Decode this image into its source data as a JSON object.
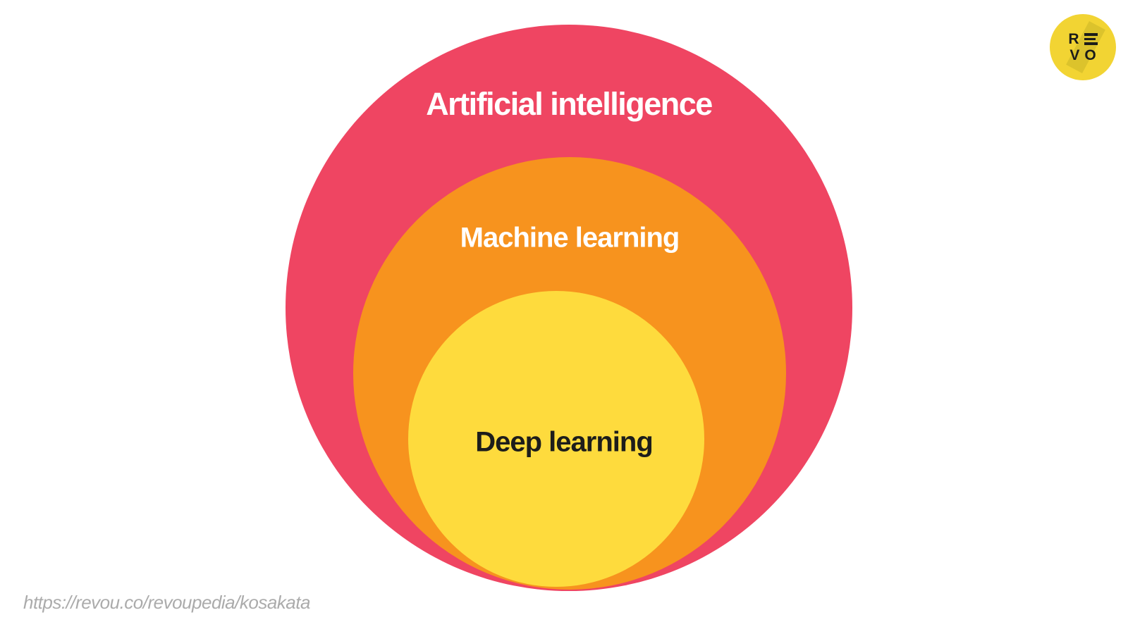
{
  "diagram": {
    "type": "nested-euler",
    "description": "Nested circles showing Deep learning inside Machine learning inside Artificial intelligence",
    "rings": [
      {
        "label": "Artificial intelligence",
        "color": "#EF4562",
        "text_color": "#FFFFFF"
      },
      {
        "label": "Machine learning",
        "color": "#F7931E",
        "text_color": "#FFFFFF"
      },
      {
        "label": "Deep learning",
        "color": "#FEDB3D",
        "text_color": "#1D1D1B"
      }
    ],
    "background": "#FFFFFF"
  },
  "logo": {
    "brand": "RevoU",
    "letter_r": "R",
    "letter_v": "V",
    "letter_o": "O",
    "circle_color": "#F2D433",
    "letter_color": "#1C1C1A"
  },
  "footer": {
    "source_url": "https://revou.co/revoupedia/kosakata",
    "text_color": "#ABABAB"
  }
}
